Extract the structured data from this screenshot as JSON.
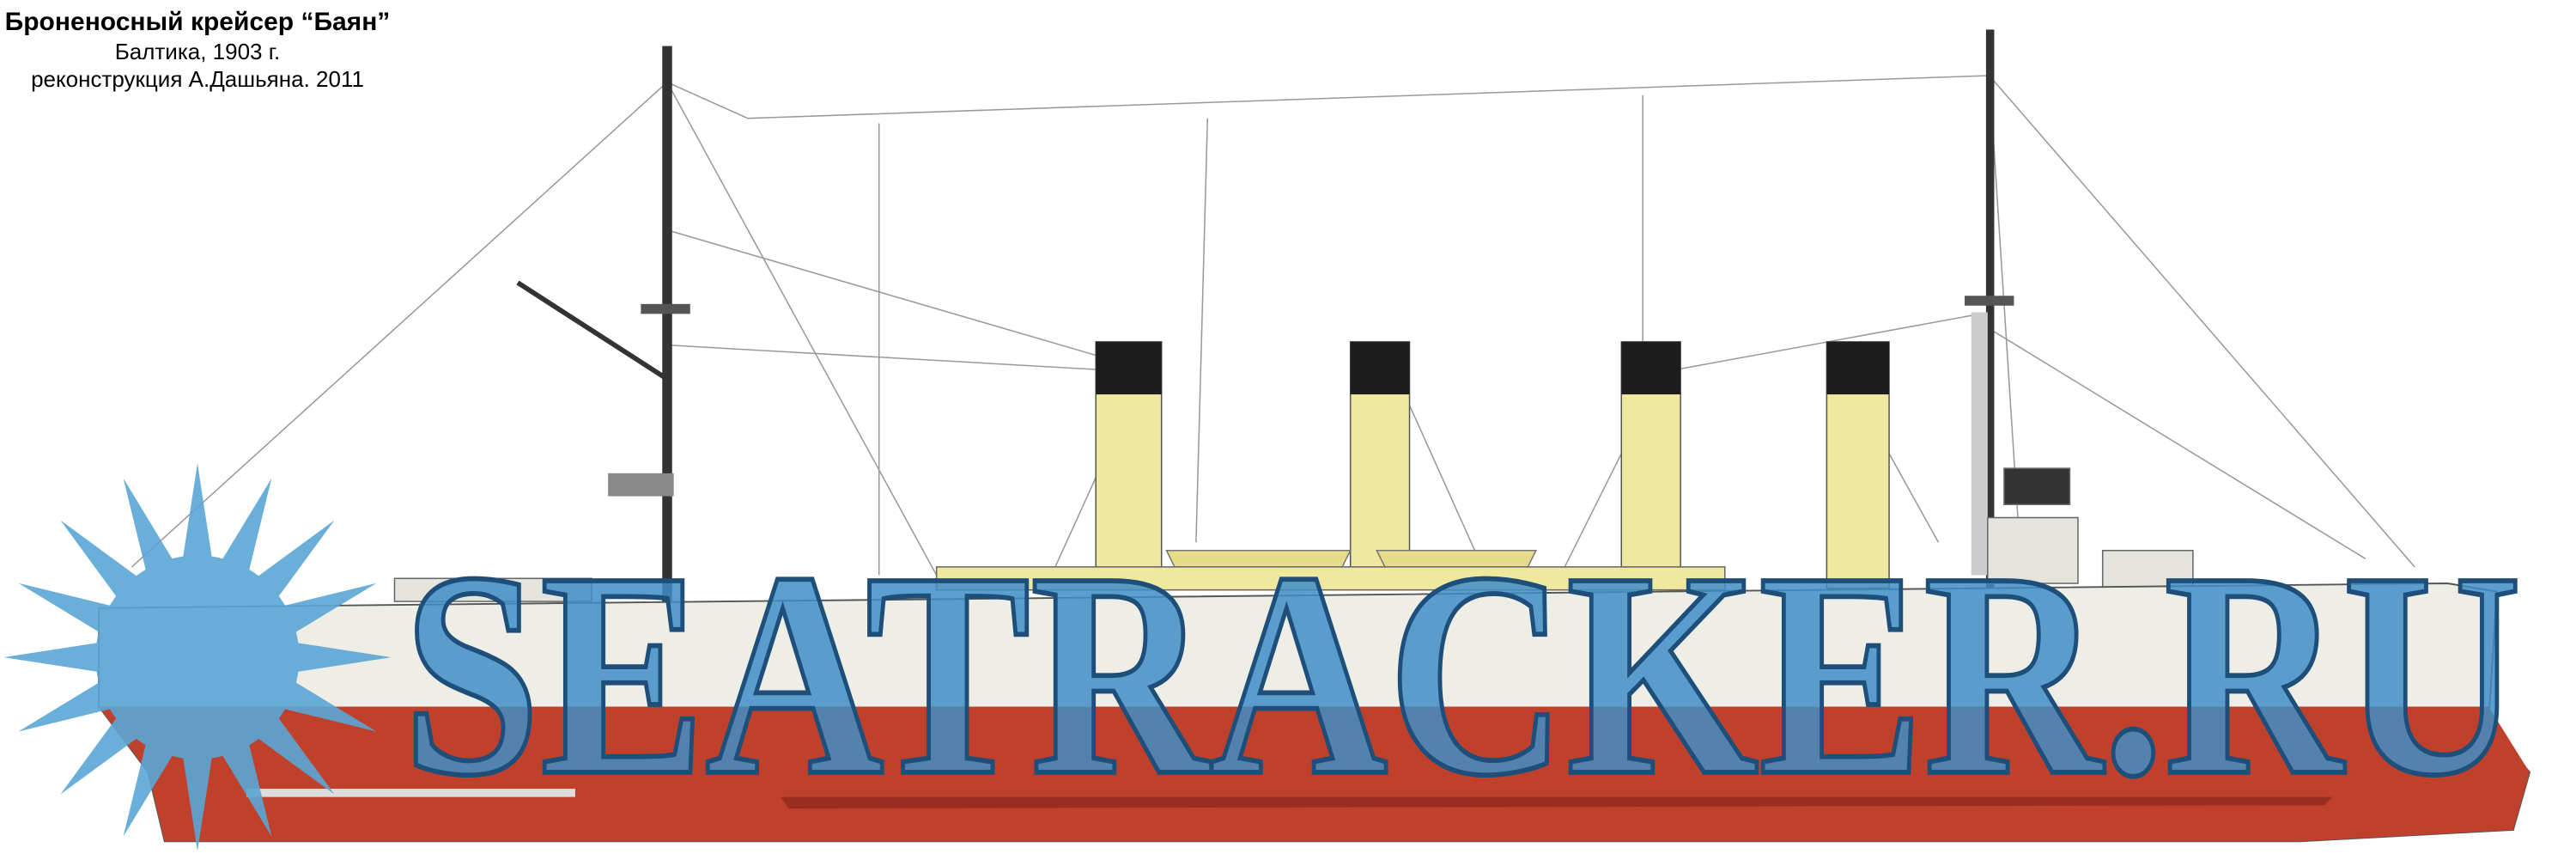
{
  "header": {
    "title": "Броненосный крейсер “Баян”",
    "subtitle": "Балтика, 1903 г.",
    "credit": "реконструкция А.Дашьяна. 2011"
  },
  "watermark": {
    "text": "SEATRACKER.RU",
    "color": "#3f8ec7"
  },
  "colors": {
    "hull_upper": "#eeeee6",
    "hull_lower": "#c0412b",
    "funnel": "#efe9a0",
    "funnel_top": "#1d1d1d",
    "boats": "#e6dc8a"
  }
}
